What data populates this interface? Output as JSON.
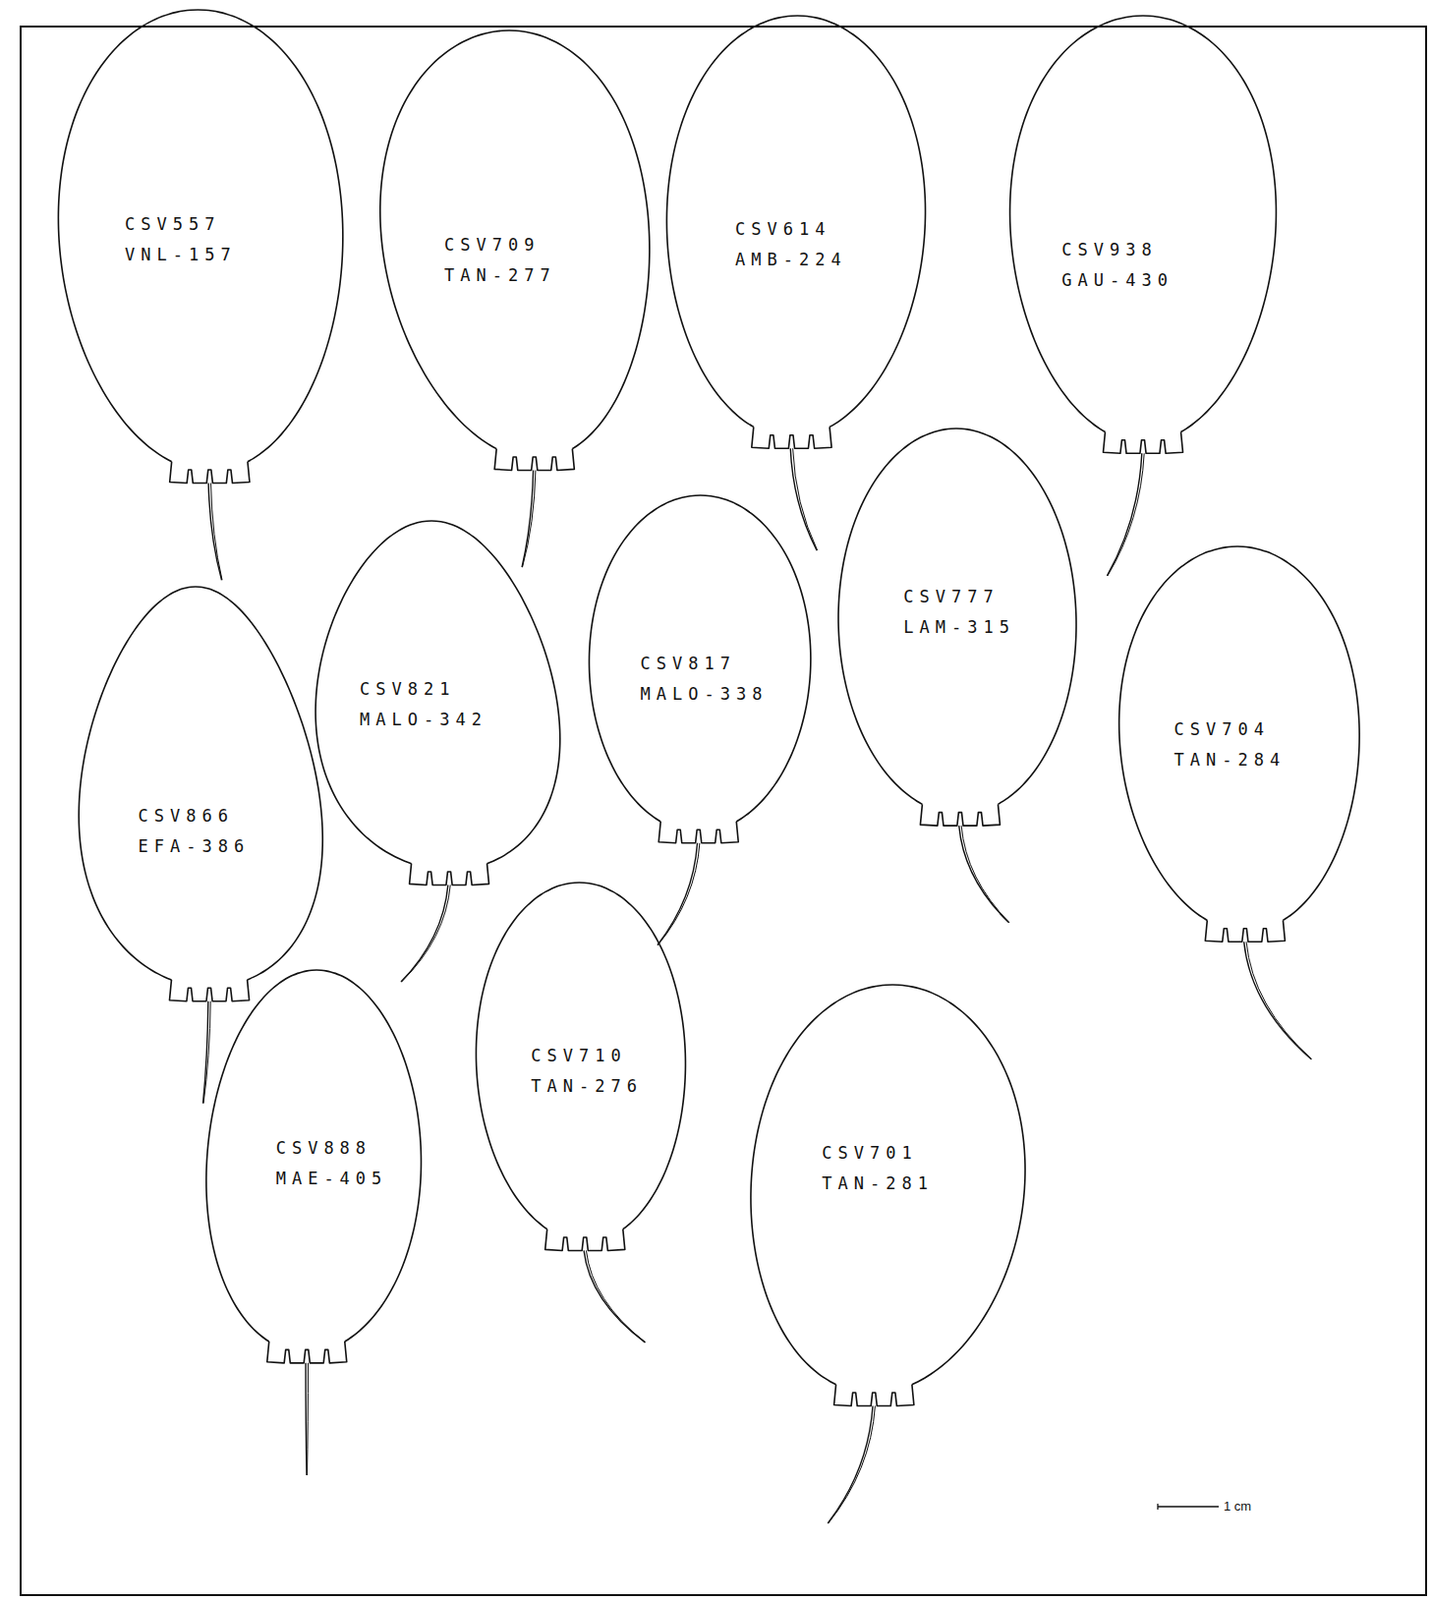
{
  "diagram": {
    "nodes": [
      {
        "text": [
          "CSV557",
          "VNL-157"
        ]
      },
      {
        "text": [
          "CSV709",
          "TAN-277"
        ]
      },
      {
        "text": [
          "CSV614",
          "AMB-224"
        ]
      },
      {
        "text": [
          "CSV938",
          "GAU-430"
        ]
      },
      {
        "text": [
          "CSV866",
          "EFA-386"
        ]
      },
      {
        "text": [
          "CSV821",
          "MALO-342"
        ]
      },
      {
        "text": [
          "CSV817",
          "MALO-338"
        ]
      },
      {
        "text": [
          "CSV777",
          "LAM-315"
        ]
      },
      {
        "text": [
          "CSV704",
          "TAN-284"
        ]
      },
      {
        "text": [
          "CSV888",
          "MAE-405"
        ]
      },
      {
        "text": [
          "CSV710",
          "TAN-276"
        ]
      },
      {
        "text": [
          "CSV701",
          "TAN-281"
        ]
      }
    ],
    "labels": [
      "1 cm"
    ]
  }
}
